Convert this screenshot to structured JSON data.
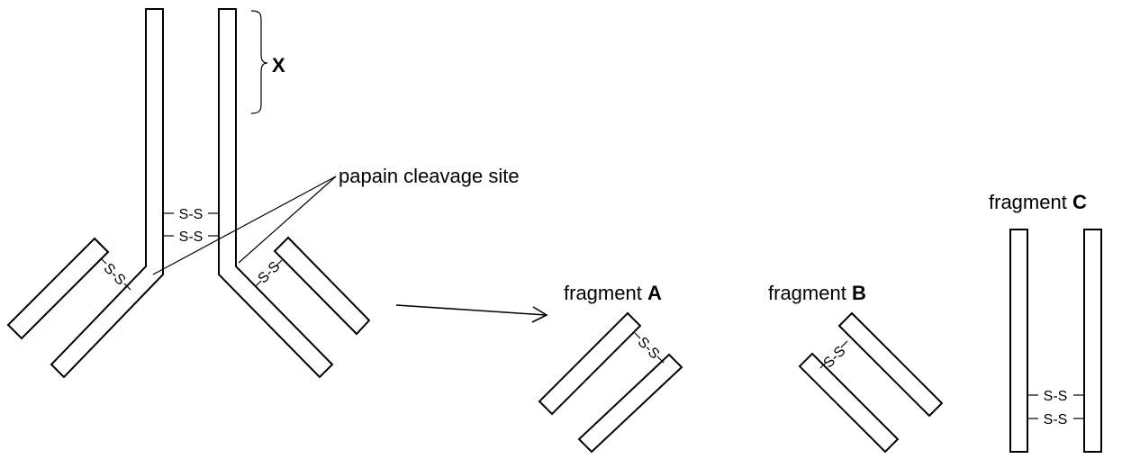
{
  "labels": {
    "x_marker": "X",
    "cleavage": "papain cleavage site",
    "fragment_word": "fragment",
    "fragment_a_letter": "A",
    "fragment_b_letter": "B",
    "fragment_c_letter": "C"
  },
  "disulfide": "-S-S-",
  "disulfide_short": "S-S"
}
